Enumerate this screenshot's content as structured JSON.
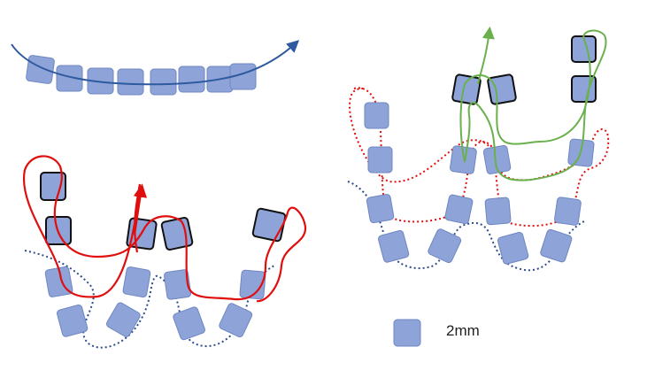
{
  "legend": {
    "label": "2mm"
  },
  "colors": {
    "square_fill": "#8ea4d8",
    "square_stroke": "#6f86c2",
    "highlight_stroke": "#111111",
    "blue_arc": "#2e5aa0",
    "red_path": "#e10e0e",
    "green_path": "#6ab04c",
    "dotted_blue": "#2b4c8c",
    "dotted_red": "#e10e0e"
  },
  "icons": {
    "arrow": "arrowhead",
    "square": "rounded-square-element"
  }
}
